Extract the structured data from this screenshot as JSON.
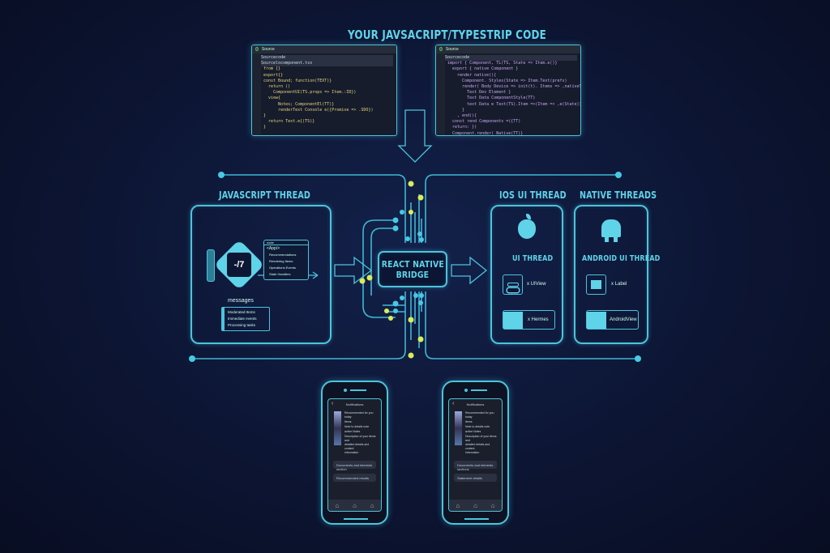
{
  "title": "YOUR JAVSACRIPT/TYPESTRIP CODE",
  "code_left": {
    "tab": "Source",
    "breadcrumb": "Sourcecode",
    "file": "Sourcelocomponent.tsx",
    "lines": [
      "from {}",
      "export{}",
      "const Bound; function(TEXT)}",
      "  return ()",
      "    ComponentUI(TS.props => Item.:ID})",
      "  view{",
      "      Notes; ComponentEl(TT)}",
      "      renderText Console e({Promise => .SDO})",
      "}",
      "",
      "  return Text.e{(TS)}",
      "}"
    ]
  },
  "code_right": {
    "tab": "Source",
    "breadcrumb": "Sourcecode",
    "lines": [
      "import { Component, TL(TS, State => Item.e()}",
      "  export { native Component }",
      "    render native(){",
      "      Component. Styles(State => Item.Text(prefs)",
      "      render( Body Device => init(t). Items => ,nativeText(TS)",
      "        Text Dev Element }",
      "        Text Data ComponentStyle(TT)",
      "        text Data e Text(TS).Item =>(Item => ,e(State))",
      "      }",
      "    , end(){",
      "  const rend Components =({TT)",
      "  return: })",
      "  Component.render( Native(TT)}"
    ]
  },
  "js_thread": {
    "label": "JAVASCRIPT THREAD",
    "icon_text": "-/7",
    "popup_title": "code",
    "popup_head": "<App/>",
    "popup_items": [
      "Recommendations",
      "Rendering Items",
      "Operations Events",
      "State Handlers"
    ],
    "messages_label": "messages",
    "messages": [
      "Moderated Items",
      "Immediate events",
      "Processing tasks"
    ]
  },
  "bridge": {
    "label_line1": "REACT NATIVE",
    "label_line2": "BRIDGE"
  },
  "ios": {
    "header": "IOS UI THREAD",
    "subtitle": "UI THREAD",
    "item1": "x UIView",
    "item2": "x Hermes"
  },
  "native": {
    "header": "NATIVE THREADS",
    "subtitle": "ANDROID UI THREAD",
    "item1": "x Label",
    "item2": "AndroidView"
  },
  "phones": [
    {
      "title": "Notifications",
      "lines": [
        "Recommended for you today",
        "Items",
        "Note to details note",
        "active Notes",
        "Description of your items and",
        "detailed details and content",
        "information"
      ],
      "field1": "Documents and interests section",
      "field2": "Recommended results"
    },
    {
      "title": "Notifications",
      "lines": [
        "Recommended for you today",
        "Items",
        "Note to details note",
        "active Notes",
        "Description of your items and",
        "detailed details and content",
        "information"
      ],
      "field1": "Documents and interests sections",
      "field2": "Statement details"
    }
  ],
  "colors": {
    "accent": "#4cc4dc",
    "glow_yellow": "#d9ec5a",
    "background": "#0c1533"
  }
}
